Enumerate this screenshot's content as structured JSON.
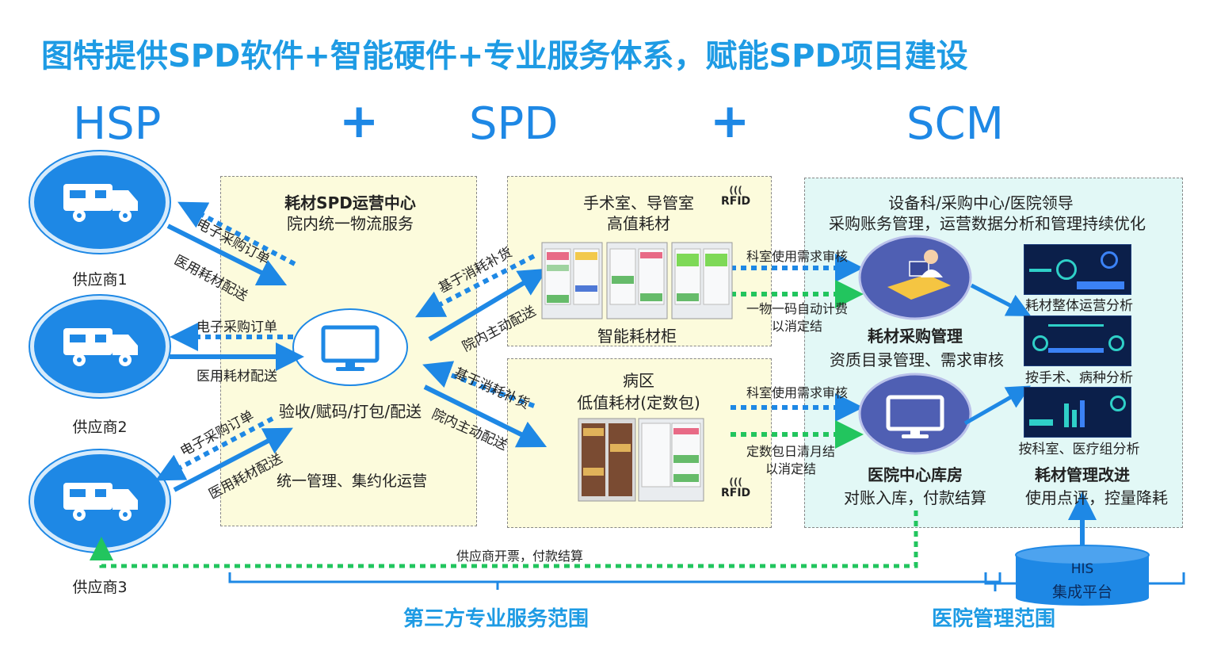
{
  "title": "图特提供SPD软件+智能硬件+专业服务体系，赋能SPD项目建设",
  "headers": {
    "hsp": "HSP",
    "plus1": "+",
    "spd": "SPD",
    "plus2": "+",
    "scm": "SCM"
  },
  "suppliers": [
    {
      "label": "供应商1",
      "order": "电子采购订单",
      "delivery": "医用耗材配送"
    },
    {
      "label": "供应商2",
      "order": "电子采购订单",
      "delivery": "医用耗材配送"
    },
    {
      "label": "供应商3",
      "order": "电子采购订单",
      "delivery": "医用耗材配送"
    }
  ],
  "center": {
    "title": "耗材SPD运营中心",
    "subtitle": "院内统一物流服务",
    "process": "验收/赋码/打包/配送",
    "management": "统一管理、集约化运营"
  },
  "mid_flows": {
    "top_replenish": "基于消耗补货",
    "top_delivery": "院内主动配送",
    "bottom_replenish": "基于消耗补货",
    "bottom_delivery": "院内主动配送"
  },
  "or_box": {
    "title": "手术室、导管室",
    "subtitle": "高值耗材",
    "caption": "智能耗材柜",
    "rfid": "RFID"
  },
  "ward_box": {
    "title": "病区",
    "subtitle": "低值耗材(定数包)",
    "rfid": "RFID"
  },
  "right_flows": {
    "top_review": "科室使用需求审核",
    "top_billing_1": "一物一码自动计费",
    "top_billing_2": "以消定结",
    "bottom_review": "科室使用需求审核",
    "bottom_billing_1": "定数包日清月结",
    "bottom_billing_2": "以消定结"
  },
  "hospital": {
    "title": "设备科/采购中心/医院领导",
    "subtitle": "采购账务管理，运营数据分析和管理持续优化",
    "purchase_title": "耗材采购管理",
    "purchase_sub": "资质目录管理、需求审核",
    "warehouse_title": "医院中心库房",
    "warehouse_sub": "对账入库，付款结算",
    "analysis": [
      "耗材整体运营分析",
      "按手术、病种分析",
      "按科室、医疗组分析"
    ],
    "improve_title": "耗材管理改进",
    "improve_sub": "使用点评，控量降耗"
  },
  "his": {
    "line1": "HIS",
    "line2": "集成平台"
  },
  "invoice": "供应商开票，付款结算",
  "scopes": {
    "third_party": "第三方专业服务范围",
    "hospital": "医院管理范围"
  },
  "colors": {
    "blue": "#1e88e5",
    "accent": "#1e9be4",
    "green": "#22c55e",
    "purple": "#4f5fb3"
  }
}
